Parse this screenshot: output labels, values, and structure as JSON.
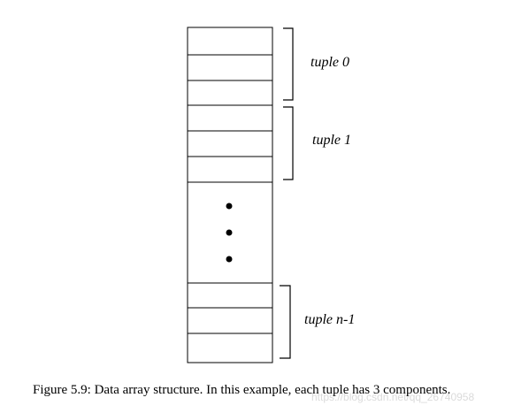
{
  "tuples": [
    {
      "label": "tuple 0"
    },
    {
      "label": "tuple 1"
    },
    {
      "label": "tuple n-1"
    }
  ],
  "caption": "Figure 5.9: Data array structure. In this example, each tuple has 3 components.",
  "watermark": "https://blog.csdn.net/qq_26740958"
}
